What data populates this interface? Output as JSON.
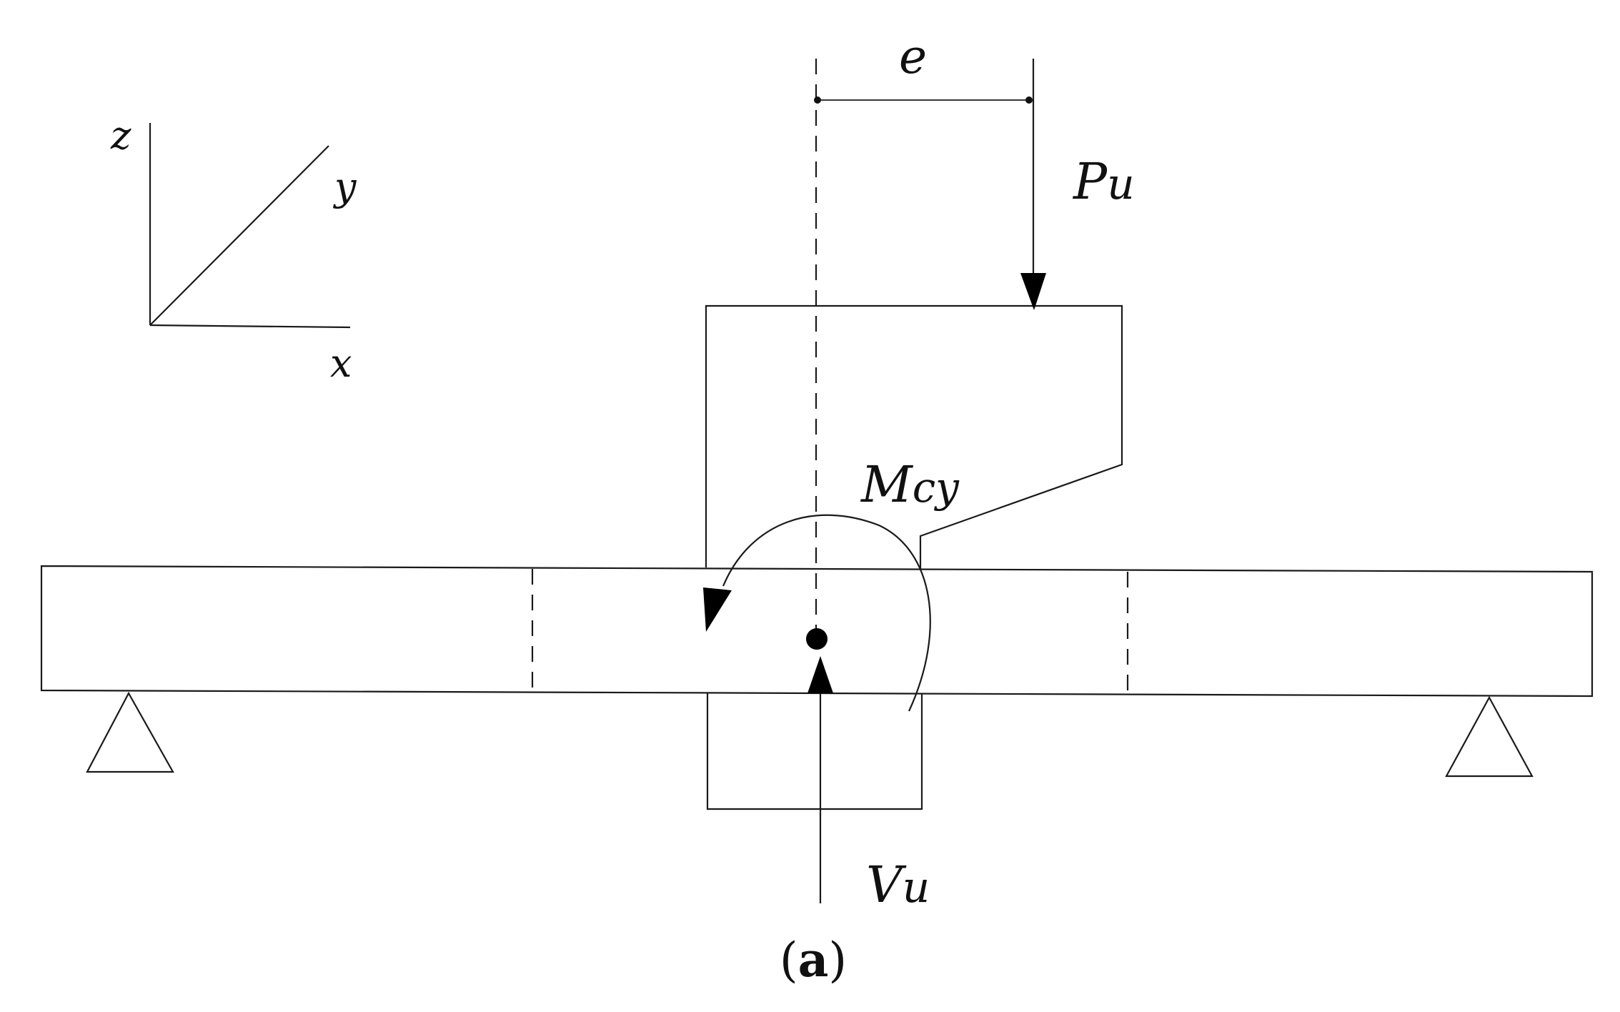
{
  "figure": {
    "caption_open": "(",
    "caption_letter": "a",
    "caption_close": ")"
  },
  "axes": {
    "z_label": "z",
    "y_label": "y",
    "x_label": "x"
  },
  "labels": {
    "eccentricity": "e",
    "axial_load_main": "P",
    "axial_load_sub": "u",
    "moment_main": "M",
    "moment_sub": "cy",
    "shear_main": "V",
    "shear_sub": "u"
  },
  "colors": {
    "line": "#1a1a1a",
    "background": "#ffffff"
  }
}
